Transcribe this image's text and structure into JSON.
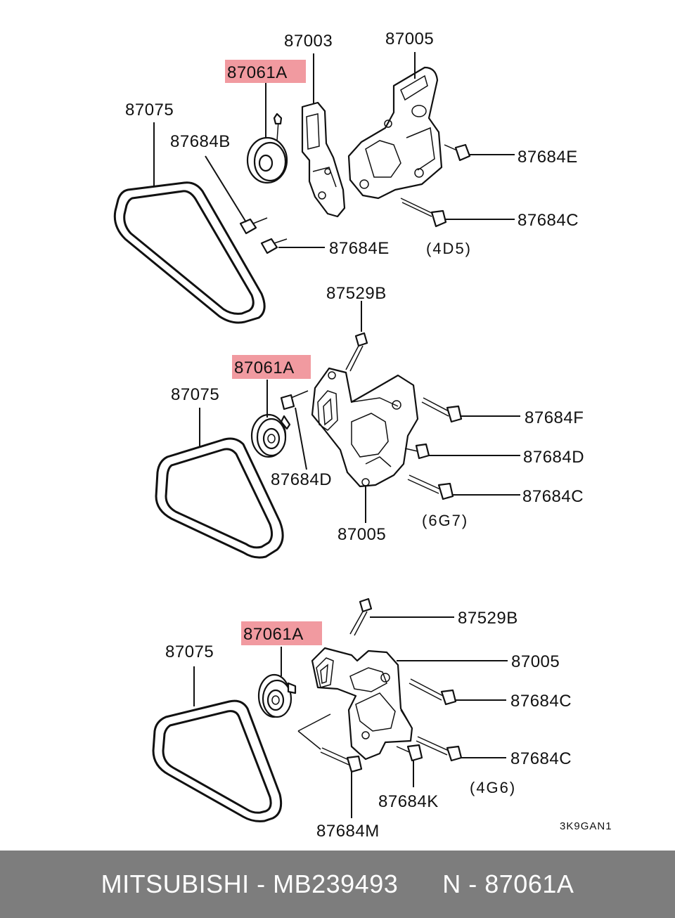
{
  "diagram": {
    "groups": [
      {
        "engine_code": "(4D5)",
        "labels": {
          "tensioner": "87061A",
          "belt": "87075",
          "bolt_b": "87684B",
          "bracket_87003": "87003",
          "bracket_87005": "87005",
          "bolt_e_upper": "87684E",
          "bolt_c": "87684C",
          "bolt_e_lower": "87684E"
        }
      },
      {
        "engine_code": "(6G7)",
        "labels": {
          "bolt_529b": "87529B",
          "tensioner": "87061A",
          "belt": "87075",
          "bolt_f": "87684F",
          "bolt_d_bracket": "87684D",
          "bolt_d_pulley": "87684D",
          "bolt_c": "87684C",
          "bracket_87005": "87005"
        }
      },
      {
        "engine_code": "(4G6)",
        "labels": {
          "bolt_529b": "87529B",
          "tensioner": "87061A",
          "belt": "87075",
          "bracket_87005": "87005",
          "bolt_c_upper": "87684C",
          "bolt_c_lower": "87684C",
          "bolt_k": "87684K",
          "bolt_m": "87684M"
        }
      }
    ],
    "drawing_code": "3K9GAN1"
  },
  "footer": {
    "brand_part": "MITSUBISHI - MB239493",
    "ref": "N - 87061A"
  },
  "colors": {
    "highlight": "#f19aa0",
    "footer_bg": "#7d7d7d",
    "line": "#111111"
  }
}
